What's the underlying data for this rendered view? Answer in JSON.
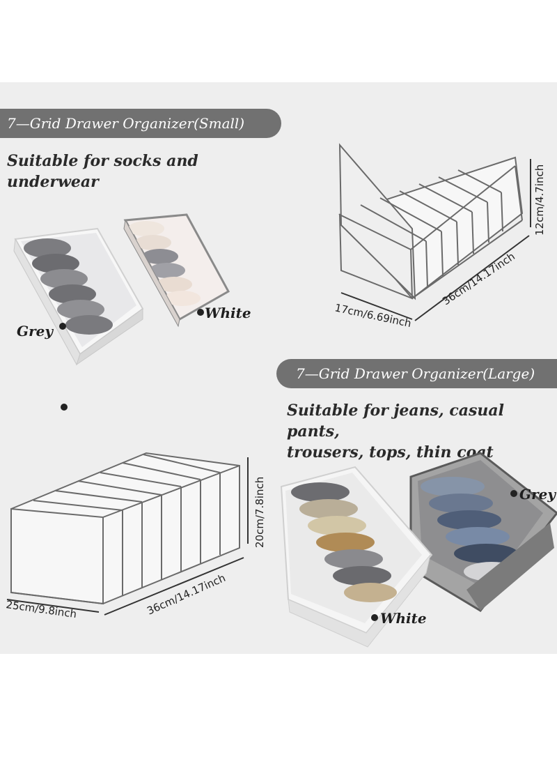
{
  "small": {
    "title": "7—Grid Drawer Organizer(Small)",
    "description": [
      "Suitable for socks and",
      "underwear"
    ],
    "colors": {
      "grey": "Grey",
      "white": "White"
    },
    "dimensions": {
      "width": "17cm/6.69inch",
      "length": "36cm/14.17inch",
      "height": "12cm/4.7inch"
    }
  },
  "large": {
    "title": "7—Grid Drawer Organizer(Large)",
    "description": [
      "Suitable for jeans, casual pants,",
      "trousers, tops, thin coat"
    ],
    "colors": {
      "grey": "Grey",
      "white": "White"
    },
    "dimensions": {
      "width": "25cm/9.8inch",
      "length": "36cm/14.17inch",
      "height": "20cm/7.8inch"
    }
  },
  "theme": {
    "pill_bg": "#717171",
    "background": "#eeeeee"
  }
}
